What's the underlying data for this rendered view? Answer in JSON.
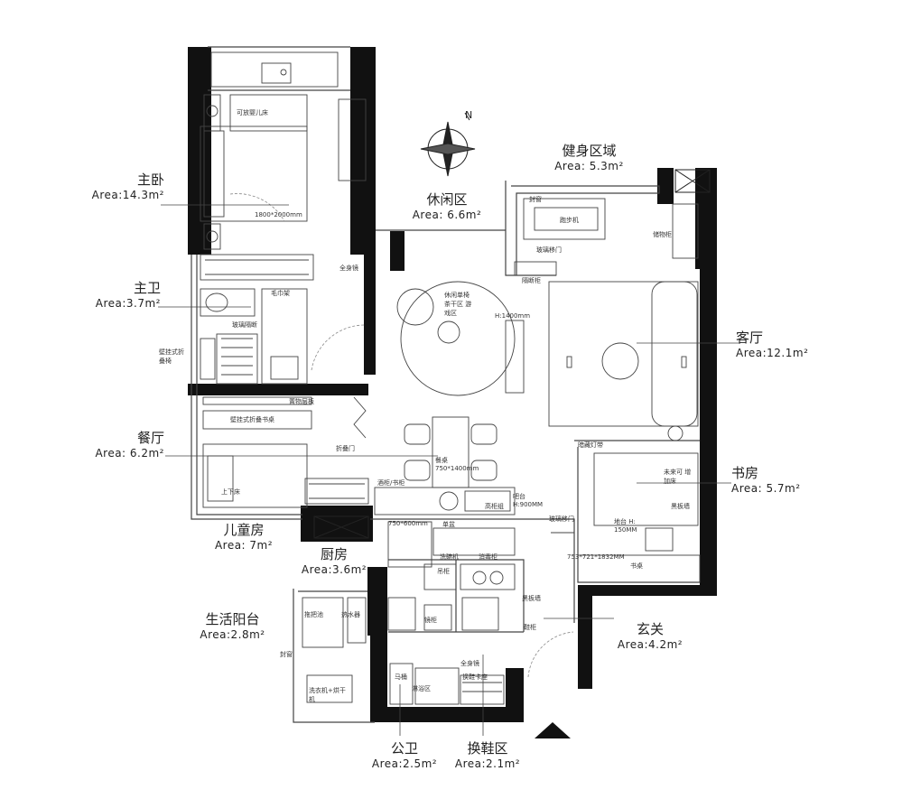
{
  "rooms": {
    "master_bedroom": {
      "name": "主卧",
      "area": "Area:14.3m²"
    },
    "master_bath": {
      "name": "主卫",
      "area": "Area:3.7m²"
    },
    "dining": {
      "name": "餐厅",
      "area": "Area: 6.2m²"
    },
    "kids_room": {
      "name": "儿童房",
      "area": "Area: 7m²"
    },
    "kitchen": {
      "name": "厨房",
      "area": "Area:3.6m²"
    },
    "service_balcony": {
      "name": "生活阳台",
      "area": "Area:2.8m²"
    },
    "public_bath": {
      "name": "公卫",
      "area": "Area:2.5m²"
    },
    "shoe_area": {
      "name": "换鞋区",
      "area": "Area:2.1m²"
    },
    "entrance": {
      "name": "玄关",
      "area": "Area:4.2m²"
    },
    "study": {
      "name": "书房",
      "area": "Area: 5.7m²"
    },
    "living": {
      "name": "客厅",
      "area": "Area:12.1m²"
    },
    "lounge": {
      "name": "休闲区",
      "area": "Area: 6.6m²"
    },
    "gym": {
      "name": "健身区域",
      "area": "Area: 5.3m²"
    }
  },
  "annotations": {
    "crib": "可放婴儿床",
    "bed_size": "1800*2000mm",
    "full_mirror": "全身镜",
    "towel_rack": "毛巾架",
    "glass_partition": "玻璃隔断",
    "wall_seat": "壁挂式折叠椅",
    "storage_shelf": "置物层板",
    "wall_desk": "壁挂式折叠书桌",
    "folding_door": "折叠门",
    "bunk_bed": "上下床",
    "wine_cabinet": "酒柜/书柜",
    "dining_table": "餐桌 750*1400mm",
    "bar": "吧台 H:900MM",
    "sink": "单盆",
    "high_cabinet": "高柜组",
    "lounge_chair": "休闲单椅 茶干区 游戏区",
    "h1400": "H:1400mm",
    "treadmill": "跑步机",
    "private_window": "封窗",
    "glass_sliding": "玻璃移门",
    "partition_cabinet": "隔断柜",
    "storage_cabinet": "储物柜",
    "hidden_light": "暗藏灯带",
    "future_bed": "未来可 增加床",
    "blackboard_wall": "黑板墙",
    "glass_sliding2": "玻璃移门",
    "platform": "地台 H: 150MM",
    "desk": "书桌",
    "desk_size": "753*721*1832MM",
    "washer": "洗碗机",
    "sterilizer": "消毒柜",
    "hanging_cabinet": "吊柜",
    "fridge_size": "750*600mm",
    "mop_sink": "拖把池",
    "water_heater": "热水器",
    "laundry_cabinet": "洗衣机+烘干机",
    "sealed_window": "封窗",
    "mirror_cabinet": "镜柜",
    "shower": "淋浴区",
    "toilet": "马桶",
    "shoe_bench": "换鞋卡座",
    "full_mirror2": "全身镜",
    "blackboard2": "黑板墙",
    "shoe_cabinet": "鞋柜"
  },
  "colors": {
    "wall": "#111111",
    "line": "#444444",
    "light": "#888888",
    "bg": "#ffffff"
  }
}
